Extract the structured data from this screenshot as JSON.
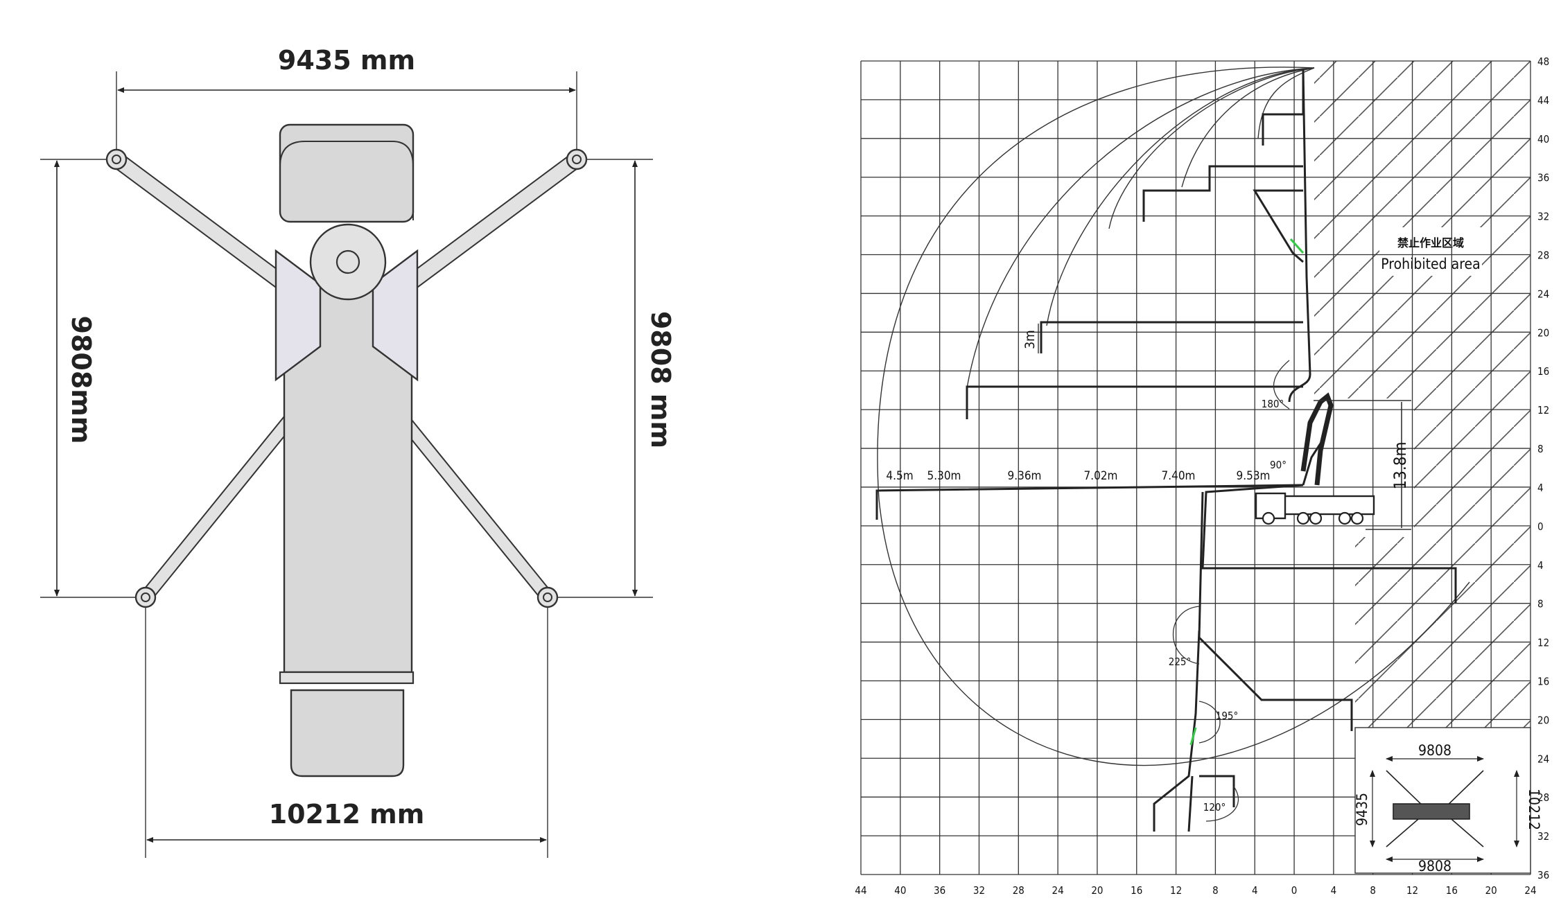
{
  "top_view": {
    "width_front": "9435 mm",
    "width_rear": "10212 mm",
    "length_left": "9808mm",
    "length_right": "9808 mm"
  },
  "reach_chart": {
    "prohibited_zh": "禁止作业区域",
    "prohibited_en": "Prohibited area",
    "right_axis_labels": [
      "48",
      "44",
      "40",
      "36",
      "32",
      "28",
      "24",
      "20",
      "16",
      "12",
      "8",
      "4",
      "0",
      "4",
      "8",
      "12",
      "16",
      "20",
      "24",
      "28",
      "32",
      "36"
    ],
    "bottom_axis_labels": [
      "44",
      "40",
      "36",
      "32",
      "28",
      "24",
      "20",
      "16",
      "12",
      "8",
      "4",
      "0",
      "4",
      "8",
      "12",
      "16",
      "20",
      "24"
    ],
    "section_lengths": [
      "4.5m",
      "5.30m",
      "9.36m",
      "7.02m",
      "7.40m",
      "9.53m"
    ],
    "angles": [
      "180°",
      "90°",
      "225°",
      "195°",
      "120°"
    ],
    "fold_height": "3m",
    "unfold_height": "13.8m",
    "inset": {
      "top": "9808",
      "bottom": "9808",
      "left": "9435",
      "right": "10212"
    }
  }
}
